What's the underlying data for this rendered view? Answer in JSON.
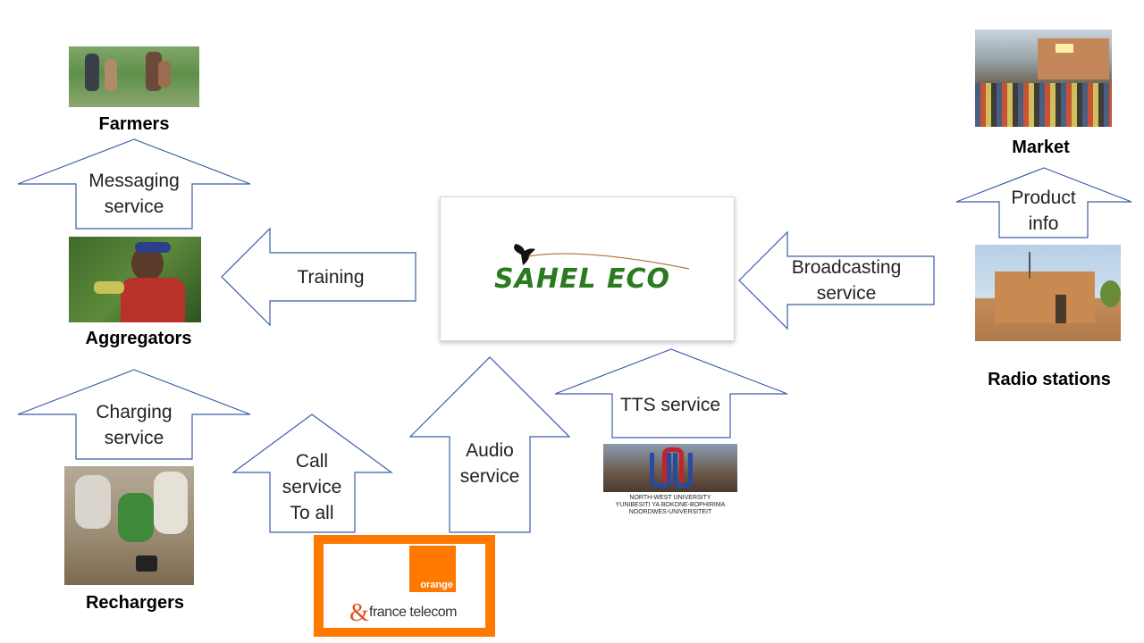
{
  "center_logo": {
    "text": "SAHEL ECO",
    "color": "#2a7a1f"
  },
  "actors": {
    "farmers": "Farmers",
    "aggregators": "Aggregators",
    "rechargers": "Rechargers",
    "market": "Market",
    "radio_stations": "Radio stations"
  },
  "services": {
    "messaging": [
      "Messaging",
      "service"
    ],
    "training": "Training",
    "charging": [
      "Charging",
      "service"
    ],
    "call": [
      "Call",
      "service",
      "To all"
    ],
    "audio": [
      "Audio",
      "service"
    ],
    "tts": "TTS service",
    "broadcasting": [
      "Broadcasting",
      "service"
    ],
    "product_info": [
      "Product",
      "info"
    ]
  },
  "partners": {
    "orange": {
      "brand": "orange",
      "sub": "france telecom",
      "accent": "#ff7900"
    },
    "nwu": {
      "line1": "NORTH-WEST UNIVERSITY",
      "line2": "YUNIBESITI YA BOKONE-BOPHIRIMA",
      "line3": "NOORDWES-UNIVERSITEIT"
    }
  },
  "colors": {
    "arrow_stroke": "#3b5ea8"
  }
}
